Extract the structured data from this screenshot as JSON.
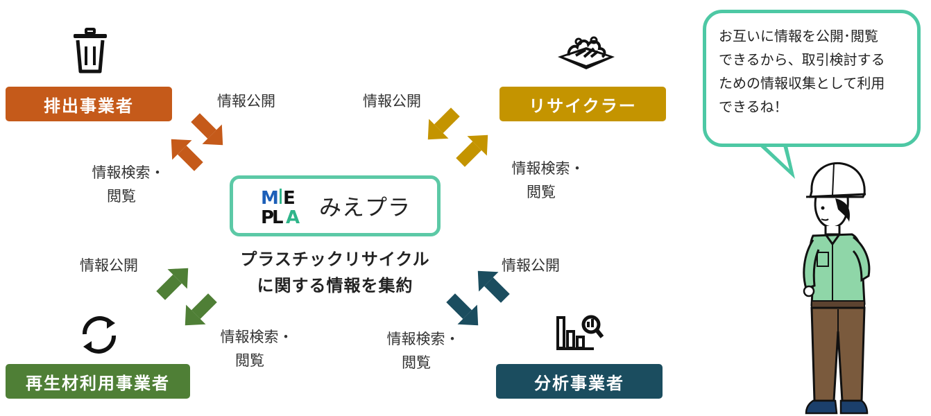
{
  "center": {
    "logo_text": "みえプラ",
    "caption_line1": "プラスチックリサイクル",
    "caption_line2": "に関する情報を集約"
  },
  "roles": {
    "discharger": {
      "label": "排出事業者",
      "color": "#c55a1a",
      "icon": "trash-can-icon"
    },
    "recycler": {
      "label": "リサイクラー",
      "color": "#c49400",
      "icon": "plastic-waste-pile-icon"
    },
    "reuser": {
      "label": "再生材利用事業者",
      "color": "#4f7f36",
      "icon": "recycle-arrows-icon"
    },
    "analyst": {
      "label": "分析事業者",
      "color": "#1b4d5f",
      "icon": "chart-search-icon"
    }
  },
  "labels": {
    "discharger_publish": "情報公開",
    "discharger_search_1": "情報検索・",
    "discharger_search_2": "閲覧",
    "recycler_publish": "情報公開",
    "recycler_search_1": "情報検索・",
    "recycler_search_2": "閲覧",
    "reuser_publish": "情報公開",
    "reuser_search_1": "情報検索・",
    "reuser_search_2": "閲覧",
    "analyst_publish": "情報公開",
    "analyst_search_1": "情報検索・",
    "analyst_search_2": "閲覧"
  },
  "bubble": {
    "line1": "お互いに情報を公開･閲覧",
    "line2": "できるから、取引検討する",
    "line3": "ための情報収集として利用",
    "line4": "できるね！"
  },
  "colors": {
    "teal_border": "#5cc9a6",
    "logo_blue": "#1d5fb8",
    "logo_green": "#2fb58a",
    "worker_shirt": "#8fd6a8",
    "worker_pants": "#7a5a3d"
  }
}
